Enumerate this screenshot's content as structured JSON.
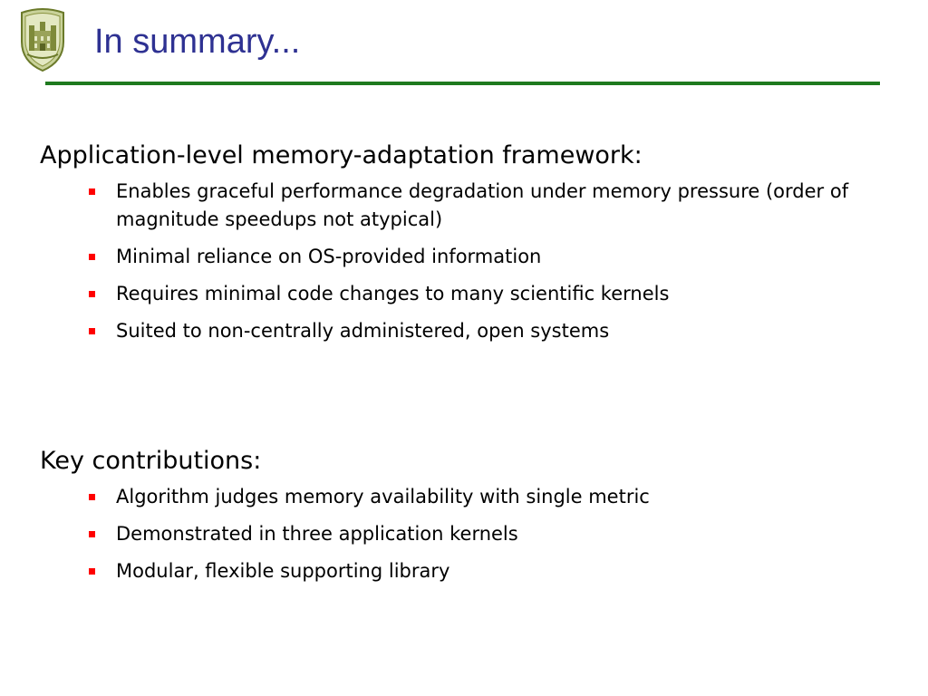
{
  "slide": {
    "title": "In summary...",
    "accent_color": "#2e3192",
    "rule_color": "#1f7a1f",
    "bullet_color": "#ff0000",
    "logo_icon": "crest-logo-icon"
  },
  "sections": [
    {
      "heading": "Application-level memory-adaptation framework:",
      "bullets": [
        "Enables graceful performance degradation under memory pressure (order of magnitude speedups not atypical)",
        "Minimal reliance on OS-provided information",
        "Requires minimal code changes to many scientific kernels",
        "Suited to non-centrally administered, open systems"
      ]
    },
    {
      "heading": "Key contributions:",
      "bullets": [
        "Algorithm judges memory availability with single metric",
        "Demonstrated in three application kernels",
        "Modular, flexible supporting library"
      ]
    }
  ]
}
